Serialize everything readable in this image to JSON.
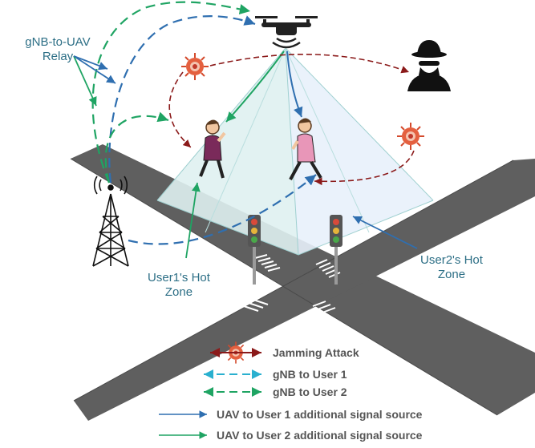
{
  "labels": {
    "relay_line1": "gNB-to-UAV",
    "relay_line2": "Relay",
    "user1_zone_line1": "User1's Hot",
    "user1_zone_line2": "Zone",
    "user2_zone_line1": "User2's Hot",
    "user2_zone_line2": "Zone"
  },
  "legend": {
    "jamming": "Jamming Attack",
    "gnb_user1": "gNB to User 1",
    "gnb_user2": "gNB to User 2",
    "uav_user1": "UAV to User 1 additional signal source",
    "uav_user2": "UAV to User 2 additional signal source"
  },
  "colors": {
    "label_text": "#2d6f86",
    "legend_text": "#555555",
    "uav_to_user1": "#2f6fb0",
    "uav_to_user2": "#1fa463",
    "jamming": "#8b1a1a",
    "road": "#5f5f5f",
    "cone_fill": "#dff1f1"
  },
  "icons": [
    "drone-icon",
    "gnb-tower-icon",
    "jammer-virus-icon",
    "hacker-icon",
    "traffic-light-icon",
    "pedestrian-icon"
  ]
}
